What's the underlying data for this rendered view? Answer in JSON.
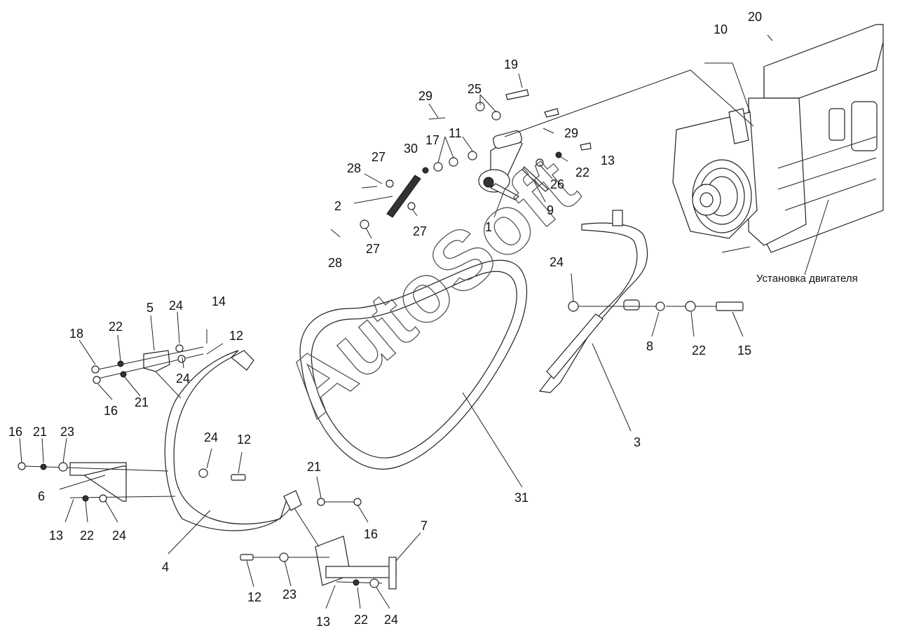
{
  "watermark": "AutoSoft",
  "engine_caption": "Установка двигателя",
  "labels": [
    "20",
    "10",
    "19",
    "25",
    "29",
    "29",
    "11",
    "17",
    "30",
    "27",
    "28",
    "2",
    "13",
    "22",
    "26",
    "9",
    "1",
    "27",
    "27",
    "28",
    "24",
    "8",
    "22",
    "15",
    "3",
    "31",
    "5",
    "24",
    "14",
    "22",
    "18",
    "12",
    "24",
    "16",
    "21",
    "16",
    "21",
    "23",
    "24",
    "12",
    "6",
    "13",
    "22",
    "24",
    "4",
    "21",
    "16",
    "7",
    "12",
    "23",
    "13",
    "22",
    "24"
  ]
}
